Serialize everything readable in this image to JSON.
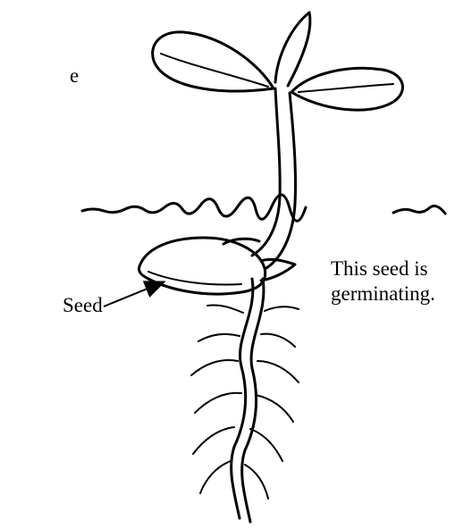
{
  "diagram": {
    "edge_fragment": "e",
    "caption_line1": "This seed is",
    "caption_line2": "germinating.",
    "seed_label": "Seed"
  }
}
